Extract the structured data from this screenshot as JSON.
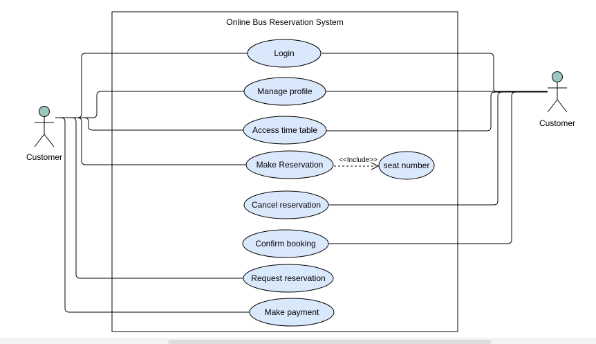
{
  "system": {
    "title": "Online Bus Reservation System"
  },
  "actors": {
    "left": "Customer",
    "right": "Customer"
  },
  "use_cases": [
    {
      "id": "login",
      "label": "Login"
    },
    {
      "id": "manage-profile",
      "label": "Manage profile"
    },
    {
      "id": "access-time-table",
      "label": "Access time table"
    },
    {
      "id": "make-reservation",
      "label": "Make Reservation"
    },
    {
      "id": "cancel-reservation",
      "label": "Cancel reservation"
    },
    {
      "id": "confirm-booking",
      "label": "Confirm booking"
    },
    {
      "id": "request-reservation",
      "label": "Request reservation"
    },
    {
      "id": "make-payment",
      "label": "Make payment"
    }
  ],
  "extra_use_case": {
    "id": "seat-number",
    "label": "seat number"
  },
  "include_relation": {
    "label": "<<Include>>",
    "from": "make-reservation",
    "to": "seat-number"
  },
  "colors": {
    "use_case_fill": "#dae8fc",
    "actor_head_fill": "#9ac7bf",
    "line": "#000000"
  }
}
